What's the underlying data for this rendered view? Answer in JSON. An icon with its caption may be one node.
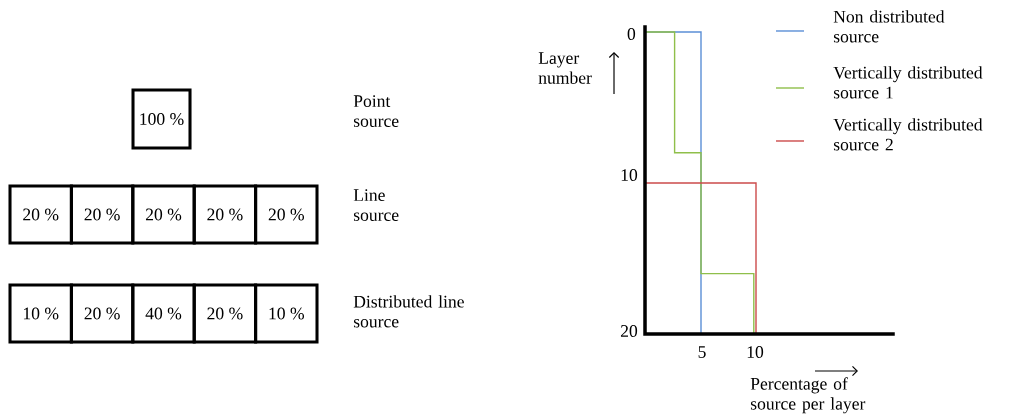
{
  "diagram": {
    "nodes": [
      {
        "text": [
          "100 %"
        ]
      },
      {
        "text": [
          "20 %"
        ]
      },
      {
        "text": [
          "20 %"
        ]
      },
      {
        "text": [
          "20 %"
        ]
      },
      {
        "text": [
          "20 %"
        ]
      },
      {
        "text": [
          "20 %"
        ]
      },
      {
        "text": [
          "10 %"
        ]
      },
      {
        "text": [
          "20 %"
        ]
      },
      {
        "text": [
          "40 %"
        ]
      },
      {
        "text": [
          "20 %"
        ]
      },
      {
        "text": [
          "10 %"
        ]
      }
    ],
    "labels": [
      "Point source",
      "Line source",
      "Distributed line source",
      "0",
      "Layer number",
      "10",
      "20",
      "5",
      "10",
      "Percentage of source per layer"
    ],
    "legend": [
      {
        "text": "Non distributed source"
      },
      {
        "text": "Vertically distributed source 1"
      },
      {
        "text": "Vertically distributed source 2"
      }
    ]
  }
}
